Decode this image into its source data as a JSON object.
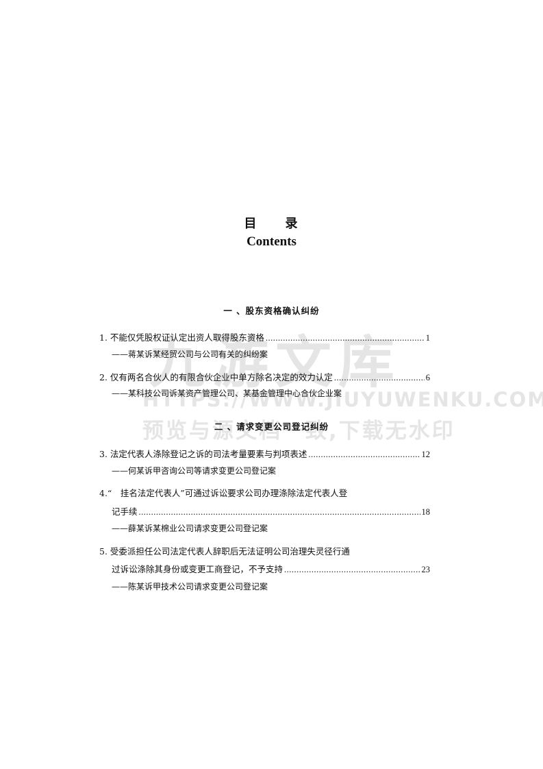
{
  "title": "目　　录",
  "subtitle": "Contents",
  "sections": [
    {
      "heading": "一 、股东资格确认纠纷",
      "entries": [
        {
          "lines": [
            "1. 不能仅凭股权证认定出资人取得股东资格"
          ],
          "page": "1",
          "case": "——蒋某诉某经贸公司与公司有关的纠纷案"
        },
        {
          "lines": [
            "2. 仅有两名合伙人的有限合伙企业中单方除名决定的效力认定"
          ],
          "page": "6",
          "case": "——某科技公司诉某资产管理公司、某基金管理中心合伙企业案"
        }
      ]
    },
    {
      "heading": "二 、请求变更公司登记纠纷",
      "entries": [
        {
          "lines": [
            "3. 法定代表人涤除登记之诉的司法考量要素与判项表述"
          ],
          "page": "12",
          "case": "——何某诉甲咨询公司等请求变更公司登记案"
        },
        {
          "lines": [
            "4.“　挂名法定代表人”可通过诉讼要求公司办理涤除法定代表人登",
            "记手续"
          ],
          "page": "18",
          "case": "——薛某诉某棉业公司请求变更公司登记案"
        },
        {
          "lines": [
            "5. 受委派担任公司法定代表人辞职后无法证明公司治理失灵径行通",
            "过诉讼涤除其身份或变更工商登记，不予支持"
          ],
          "page": "23",
          "case": "——陈某诉甲技术公司请求变更公司登记案"
        }
      ]
    }
  ],
  "watermark": {
    "logo": "九游文库",
    "url": "HTTPS://WWW.JIUYUWENKU.COM",
    "notice": "预览与源文档一致,下载无水印",
    "color": "#a0a0a0"
  }
}
